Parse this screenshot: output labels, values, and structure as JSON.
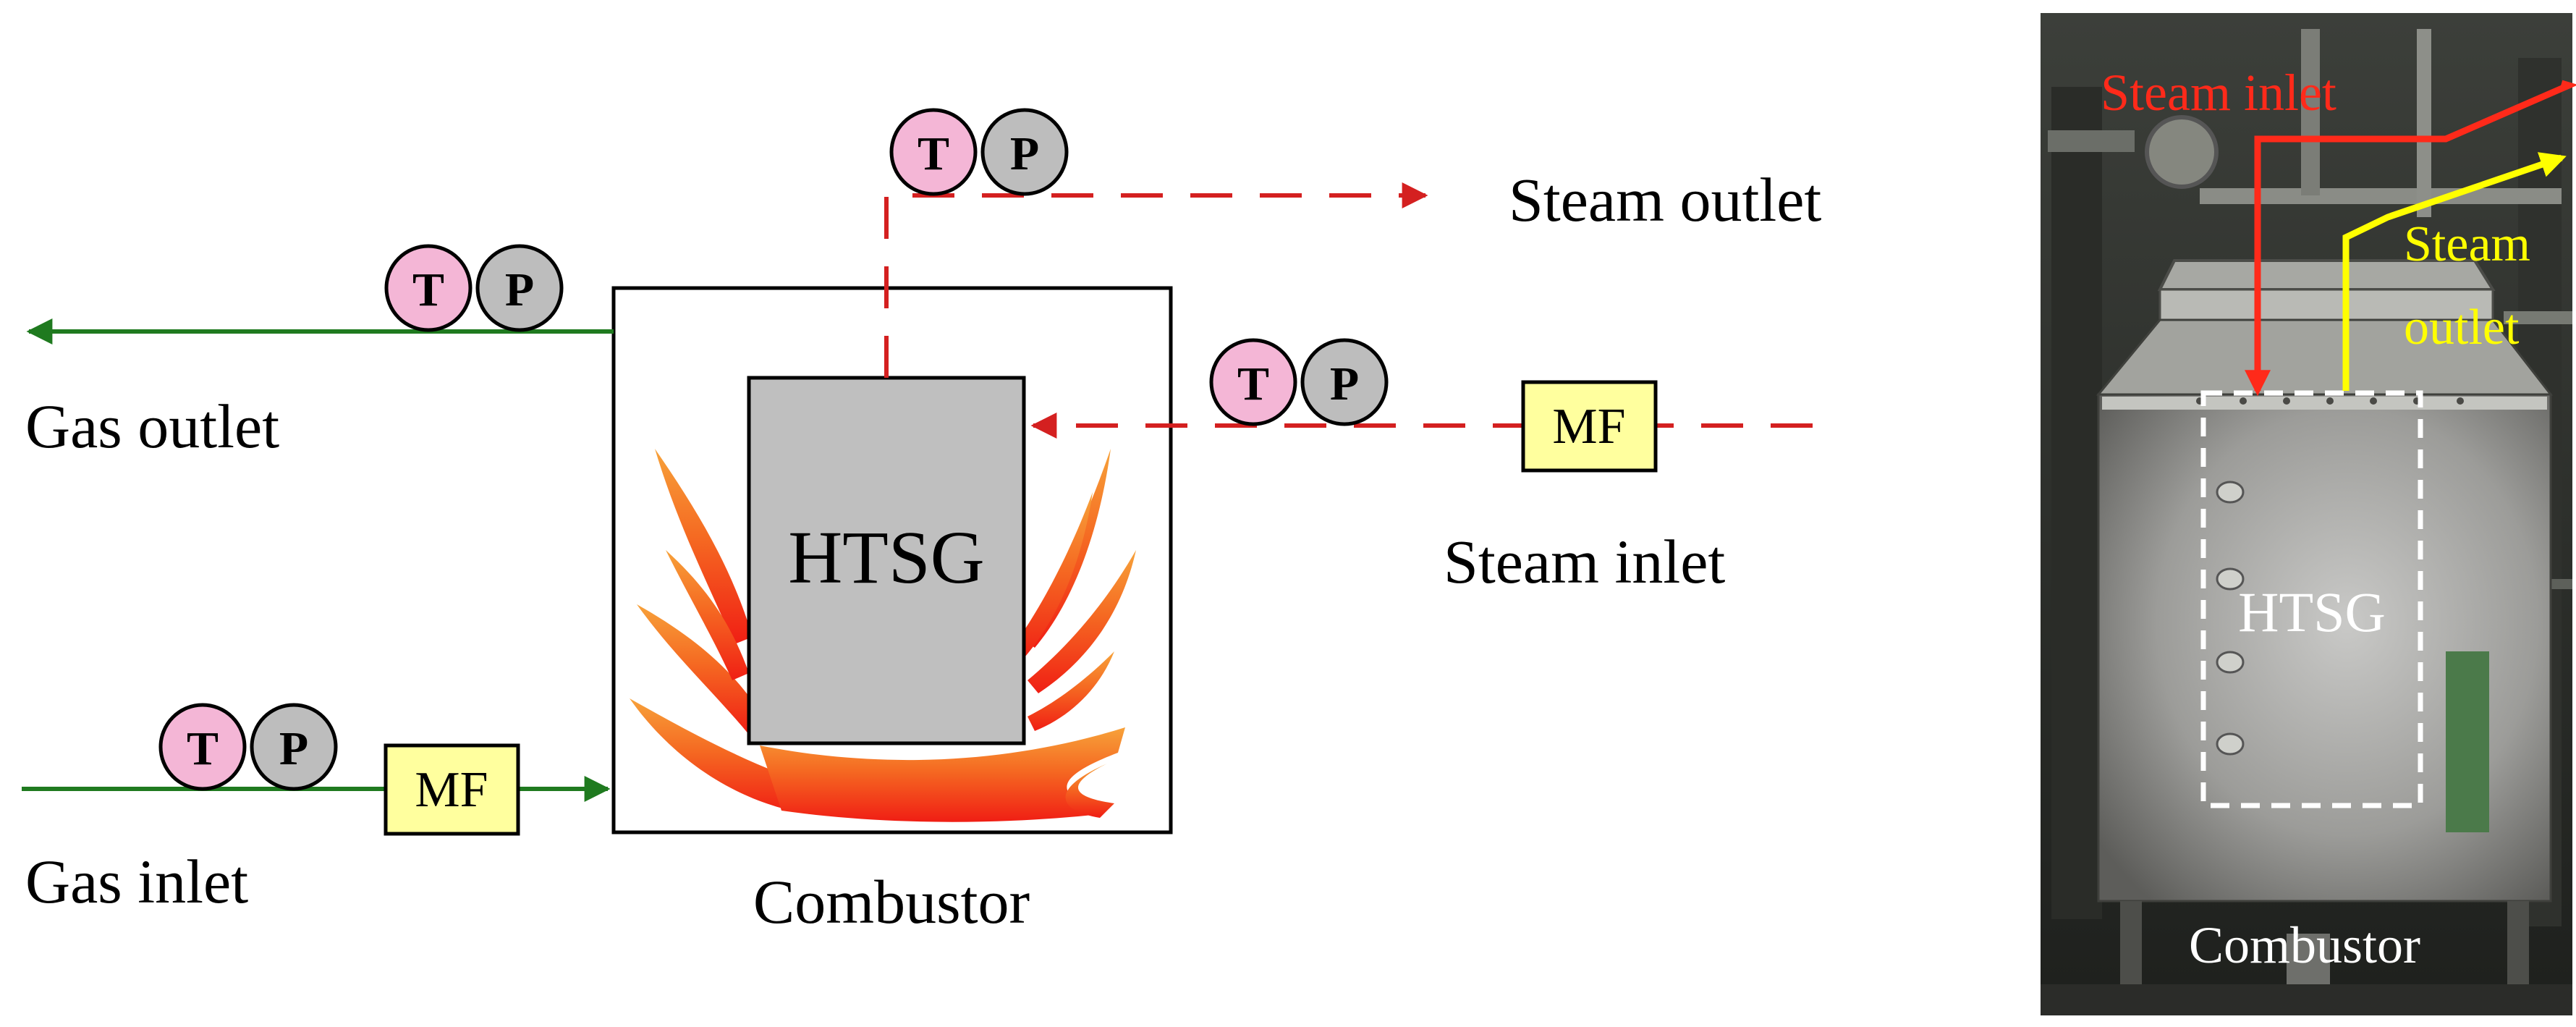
{
  "schematic": {
    "labels": {
      "gas_outlet": "Gas outlet",
      "gas_inlet": "Gas inlet",
      "steam_outlet": "Steam outlet",
      "steam_inlet": "Steam inlet",
      "combustor": "Combustor",
      "htsg": "HTSG"
    },
    "sensors": {
      "temperature": "T",
      "pressure": "P",
      "mass_flow": "MF"
    }
  },
  "photo": {
    "labels": {
      "steam_inlet": "Steam inlet",
      "steam_outlet_line1": "Steam",
      "steam_outlet_line2": "outlet",
      "htsg": "HTSG",
      "combustor": "Combustor"
    }
  },
  "colors": {
    "gas_line": "#1f7a1f",
    "steam_line": "#d42020",
    "temperature_fill": "#f4b6d6",
    "pressure_fill": "#bdbdbd",
    "mass_flow_fill": "#ffff9e",
    "htsg_fill": "#bfbfbf",
    "photo_steam_inlet": "#ff2a1a",
    "photo_steam_outlet": "#ffff00"
  }
}
